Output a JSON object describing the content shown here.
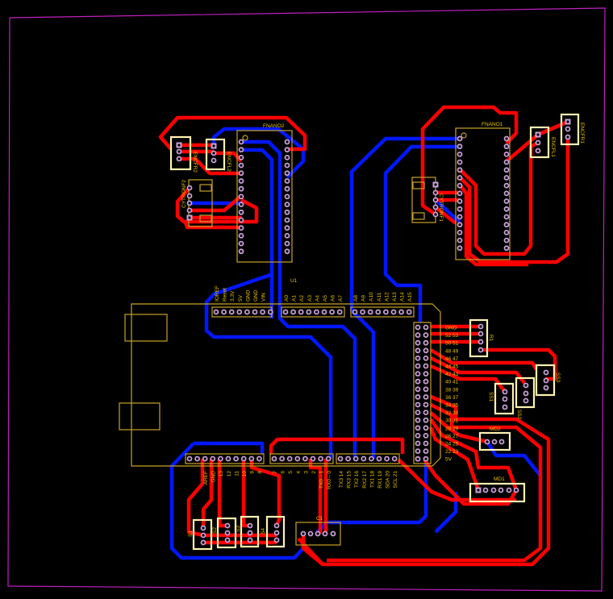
{
  "board": {
    "colors": {
      "outline": "#c020c0",
      "top_copper": "#ff0000",
      "bottom_copper": "#0018ff",
      "silkscreen": "#c9a227",
      "pad": "#c8a0d8",
      "background": "#000000"
    },
    "components": {
      "fnano2": "FNANO2",
      "fnano1": "FNANO1",
      "u1": "U1",
      "encfr2": "ENCFR2",
      "encfl2": "ENCFL2",
      "cytronf2": "CYTRONF2",
      "encfl1": "ENCFL1",
      "encfr1": "ENCFR1",
      "cytronf1": "CYTRONF1",
      "r1": "R1",
      "ss1": "SS1",
      "ss2": "SS2",
      "ss3": "SS3",
      "md1": "MD1",
      "md2": "MD2",
      "s1": "S1",
      "s2": "S2",
      "s3": "S3",
      "s4": "S4",
      "c1": "C1"
    },
    "u1_headers": {
      "power": [
        "IOREF",
        "Reset",
        "3.3V",
        "5V",
        "GND",
        "GND",
        "VIN"
      ],
      "analog_low": [
        "A0",
        "A1",
        "A2",
        "A3",
        "A4",
        "A5",
        "A6",
        "A7"
      ],
      "analog_high": [
        "A8",
        "A9",
        "A10",
        "A11",
        "A12",
        "A13",
        "A14",
        "A15"
      ],
      "pwm": [
        "AREF",
        "GND",
        "13",
        "12",
        "11",
        "10",
        "9",
        "8"
      ],
      "digital_low": [
        "7",
        "6",
        "5",
        "4",
        "3",
        "2",
        "TX0→1",
        "RX0←0"
      ],
      "comm": [
        "TX3 14",
        "RX3 15",
        "TX2 16",
        "RX2 17",
        "TX1 18",
        "RX1 19",
        "SDA 20",
        "SCL 21"
      ],
      "double_row": [
        "GND",
        "52 53",
        "50 51",
        "48 49",
        "46 47",
        "44 45",
        "42 43",
        "40 41",
        "38 39",
        "36 37",
        "34 35",
        "32 33",
        "30 31",
        "28 29",
        "26 27",
        "24 25",
        "22 23",
        "5V"
      ]
    }
  }
}
